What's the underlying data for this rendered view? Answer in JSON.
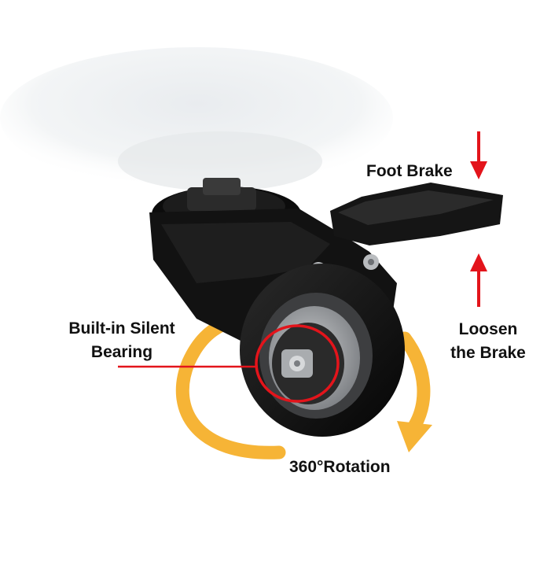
{
  "labels": {
    "foot_brake": "Foot Brake",
    "bearing_line1": "Built-in Silent",
    "bearing_line2": "Bearing",
    "loosen_line1": "Loosen",
    "loosen_line2": "the Brake",
    "rotation": "360°Rotation"
  },
  "colors": {
    "arrow_red": "#e3141b",
    "rotation_orange": "#f6b436",
    "caster_black": "#141414",
    "wheel_gray": "#8d8f92",
    "text": "#111111"
  },
  "icons": {
    "foot_brake_arrow": "arrow-down-icon",
    "loosen_arrow": "arrow-up-icon",
    "rotation_arrow": "circular-arrow-icon"
  }
}
